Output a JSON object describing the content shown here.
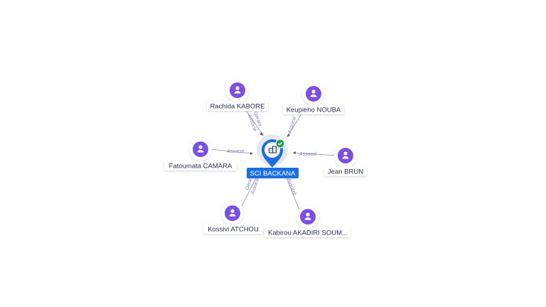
{
  "company": {
    "name": "SCI BACKANA",
    "icon": "building-icon",
    "status_icon": "check-badge-icon",
    "accent": "#1a6fe0",
    "status_color": "#1f9d55"
  },
  "people_color": "#7b4fe0",
  "people": [
    {
      "id": "rachida",
      "name": "Rachida KABORE",
      "icon": "person-icon",
      "roles": [
        "Gérant",
        "Associé"
      ]
    },
    {
      "id": "keupieho",
      "name": "Keupieho NOUBA",
      "icon": "person-icon",
      "roles": [
        "Associé"
      ]
    },
    {
      "id": "fatoumata",
      "name": "Fatoumata CAMARA",
      "icon": "person-icon",
      "roles": [
        "Associé"
      ]
    },
    {
      "id": "jean",
      "name": "Jean BRUN",
      "icon": "person-icon",
      "roles": [
        "Associé"
      ]
    },
    {
      "id": "kossivi",
      "name": "Kossivi ATCHOU",
      "icon": "person-icon",
      "roles": [
        "Gérant",
        "Associé"
      ]
    },
    {
      "id": "kabirou",
      "name": "Kabirou AKADIRI SOUM...",
      "icon": "person-icon",
      "roles": [
        "Associé"
      ]
    }
  ]
}
